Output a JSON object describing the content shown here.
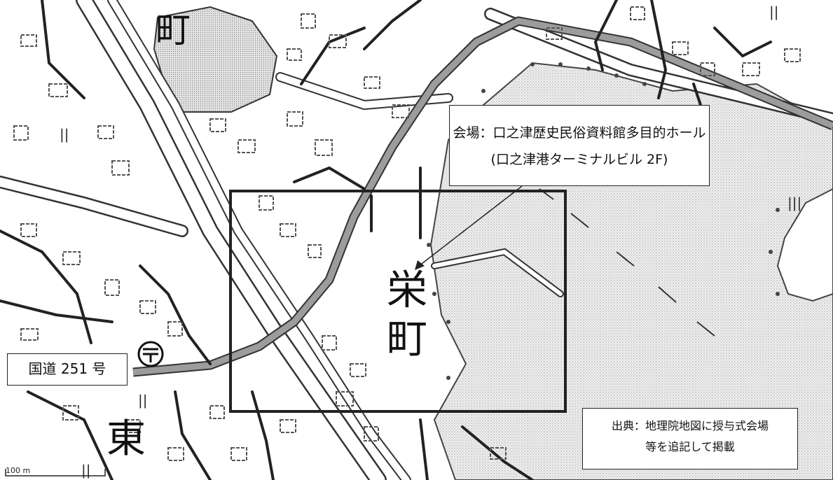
{
  "venue": {
    "line1": "会場：口之津歴史民俗資料館多目的ホール",
    "line2": "(口之津港ターミナルビル 2F)"
  },
  "route_label": "国道 251 号",
  "source": {
    "line1": "出典：地理院地図に授与式会場",
    "line2": "等を追記して掲載"
  },
  "place_names": {
    "sakae_1": "栄",
    "sakae_2": "町",
    "top_char": "町",
    "higashi": "東"
  },
  "scale_bar": "100 m",
  "post_office_symbol": "〒",
  "map_marks": [
    "||",
    "||",
    "||",
    "|||",
    "||"
  ]
}
